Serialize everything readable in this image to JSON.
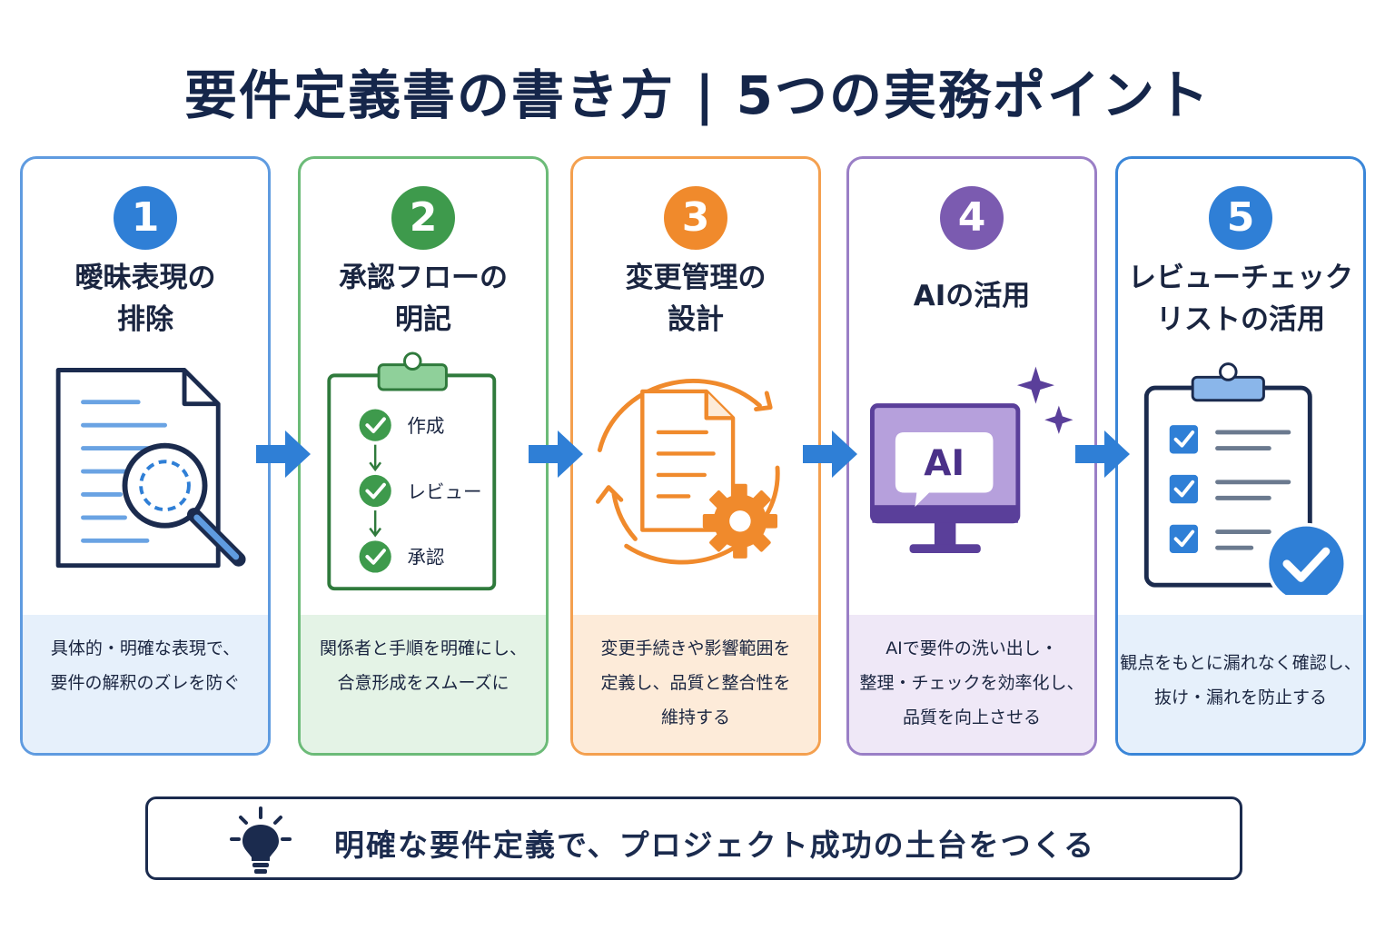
{
  "title": "要件定義書の書き方 | 5つの実務ポイント",
  "cards": [
    {
      "number": "1",
      "title_lines": [
        "曖昧表現の",
        "排除"
      ],
      "desc_lines": [
        "具体的・明確な表現で、",
        "要件の解釈のズレを防ぐ"
      ],
      "color": "#2f7fd6",
      "bg": "#e6f0fb"
    },
    {
      "number": "2",
      "title_lines": [
        "承認フローの",
        "明記"
      ],
      "desc_lines": [
        "関係者と手順を明確にし、",
        "合意形成をスムーズに"
      ],
      "color": "#3e9a4c",
      "bg": "#e4f3e6"
    },
    {
      "number": "3",
      "title_lines": [
        "変更管理の",
        "設計"
      ],
      "desc_lines": [
        "変更手続きや影響範囲を",
        "定義し、品質と整合性を",
        "維持する"
      ],
      "color": "#f08a2c",
      "bg": "#fdebd9"
    },
    {
      "number": "4",
      "title_lines": [
        "AIの活用"
      ],
      "desc_lines": [
        "AIで要件の洗い出し・",
        "整理・チェックを効率化し、",
        "品質を向上させる"
      ],
      "color": "#7b5bb0",
      "bg": "#efe8f7"
    },
    {
      "number": "5",
      "title_lines": [
        "レビューチェック",
        "リストの活用"
      ],
      "desc_lines": [
        "観点をもとに漏れなく確認し、",
        "抜け・漏れを防止する"
      ],
      "color": "#2f7fd6",
      "bg": "#e6f0fb"
    }
  ],
  "flow_steps": [
    "作成",
    "レビュー",
    "承認"
  ],
  "ai_label": "AI",
  "footer": "明確な要件定義で、プロジェクト成功の土台をつくる"
}
